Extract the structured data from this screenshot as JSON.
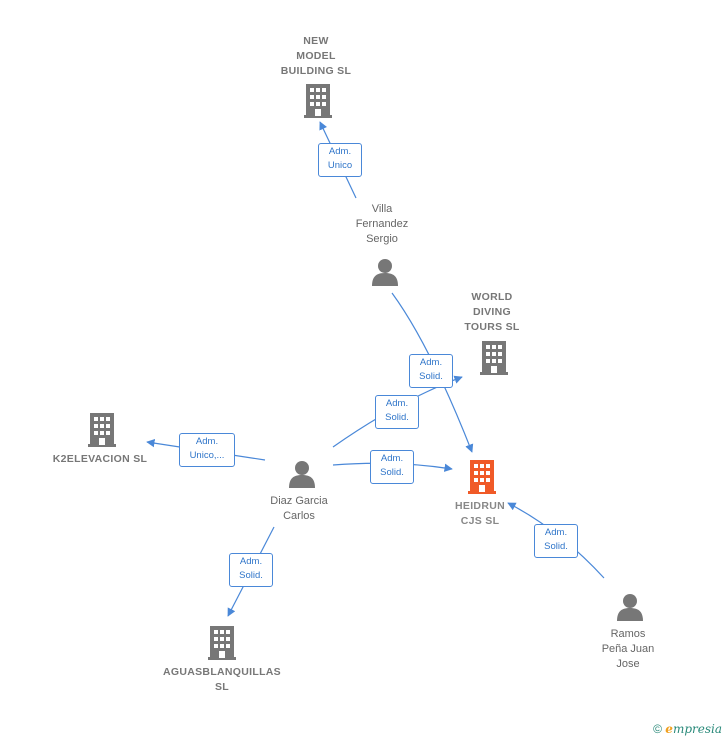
{
  "nodes": {
    "new_model": {
      "label": "NEW\nMODEL\nBUILDING SL",
      "kind": "company"
    },
    "villa": {
      "label": "Villa\nFernandez\nSergio",
      "kind": "person"
    },
    "world_diving": {
      "label": "WORLD\nDIVING\nTOURS  SL",
      "kind": "company"
    },
    "k2elevacion": {
      "label": "K2ELEVACION SL",
      "kind": "company"
    },
    "diaz": {
      "label": "Diaz Garcia\nCarlos",
      "kind": "person"
    },
    "heidrun": {
      "label": "HEIDRUN\nCJS  SL",
      "kind": "company-main"
    },
    "ramos": {
      "label": "Ramos\nPeña Juan\nJose",
      "kind": "person"
    },
    "aguasblanquillas": {
      "label": "AGUASBLANQUILLAS\nSL",
      "kind": "company"
    }
  },
  "edges": [
    {
      "id": "villa-newmodel",
      "label": "Adm.\nUnico"
    },
    {
      "id": "villa-heidrun",
      "label": "Adm.\nSolid."
    },
    {
      "id": "diaz-world",
      "label": "Adm.\nSolid."
    },
    {
      "id": "diaz-k2",
      "label": "Adm.\nUnico,..."
    },
    {
      "id": "diaz-heidrun",
      "label": "Adm.\nSolid."
    },
    {
      "id": "diaz-aguas",
      "label": "Adm.\nSolid."
    },
    {
      "id": "ramos-heidrun",
      "label": "Adm.\nSolid."
    }
  ],
  "colors": {
    "company": "#777777",
    "main_company": "#f05a28",
    "person": "#777777",
    "edge": "#4a88d8"
  },
  "watermark": {
    "copyright": "©",
    "brand_initial": "e",
    "brand_rest": "mpresia"
  }
}
